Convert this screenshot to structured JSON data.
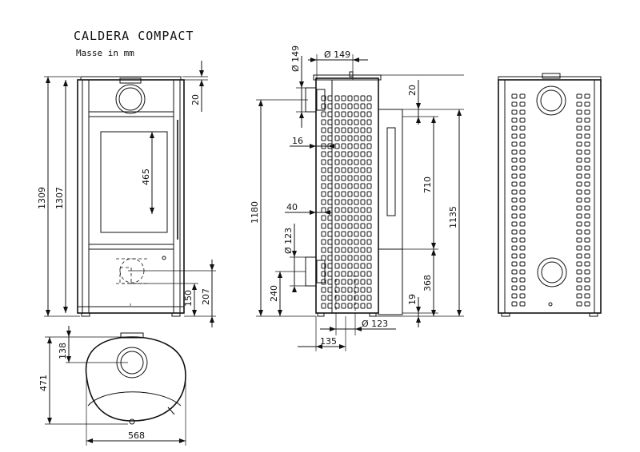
{
  "title": "CALDERA COMPACT",
  "subtitle": "Masse in mm",
  "front": {
    "dim_total_outer": "1309",
    "dim_total_inner": "1307",
    "dim_top": "20",
    "dim_window": "465",
    "dim_outlet_low": "150",
    "dim_outlet_high": "207"
  },
  "side": {
    "dim_flue_dia_v": "Ø 149",
    "dim_flue_dia_h": "Ø 149",
    "dim_height": "1180",
    "dim_16": "16",
    "dim_40": "40",
    "dim_air_dia": "Ø 123",
    "dim_240": "240",
    "dim_bottom_dia": "Ø 123",
    "dim_135": "135",
    "dim_20": "20",
    "dim_710": "710",
    "dim_1135": "1135",
    "dim_368": "368",
    "dim_19": "19"
  },
  "top": {
    "dim_depth": "471",
    "dim_flue_offset": "138",
    "dim_width": "568"
  }
}
